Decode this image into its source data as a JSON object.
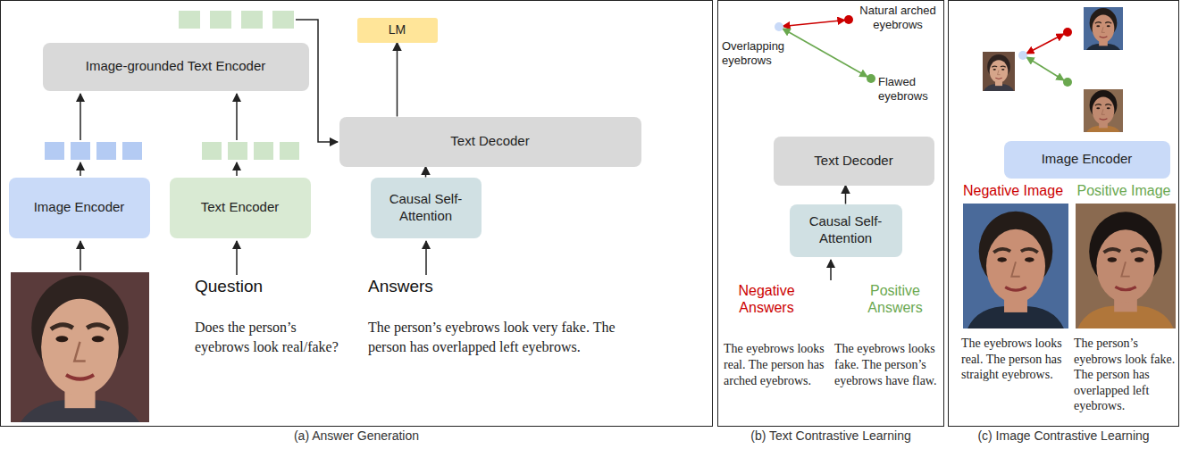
{
  "diagram": {
    "nodes": [
      {
        "text": [
          "(a) Answer Generation"
        ]
      },
      {
        "text": [
          "LM"
        ],
        "in": 0
      },
      {
        "text": [
          "Image-grounded Text Encoder"
        ],
        "in": 0
      },
      {
        "text": [
          "Text Decoder"
        ],
        "in": 0
      },
      {
        "text": [
          "Image Encoder"
        ],
        "in": 0
      },
      {
        "text": [
          "Text Encoder"
        ],
        "in": 0
      },
      {
        "text": [
          "Causal Self-Attention"
        ],
        "in": 0
      },
      {
        "text": [
          "(b) Text Contrastive Learning"
        ]
      },
      {
        "text": [
          "Text Decoder"
        ],
        "in": 7
      },
      {
        "text": [
          "Causal Self-Attention"
        ],
        "in": 7
      },
      {
        "text": [
          "(c) Image Contrastive Learning"
        ]
      },
      {
        "text": [
          "Image Encoder"
        ],
        "in": 10
      }
    ],
    "edges": [
      {
        "from": 6,
        "to": 3,
        "arrow": "to"
      },
      {
        "from": 3,
        "to": 1,
        "arrow": "to"
      },
      {
        "from": 9,
        "to": 8,
        "arrow": "to"
      }
    ],
    "labels": [
      "Question",
      "Does the person’s eyebrows look real/fake?",
      "Answers",
      "The person’s eyebrows look very fake. The person has overlapped left eyebrows.",
      "Natural arched eyebrows",
      "Overlapping eyebrows",
      "Flawed eyebrows",
      "Negative Answers",
      "Positive Answers",
      "The eyebrows looks real. The person has arched eyebrows.",
      "The eyebrows looks fake. The person’s eyebrows have flaw.",
      "Negative Image",
      "Positive Image",
      "The eyebrows looks real. The person has straight eyebrows.",
      "The person’s eyebrows look fake. The person has overlapped left eyebrows."
    ]
  }
}
